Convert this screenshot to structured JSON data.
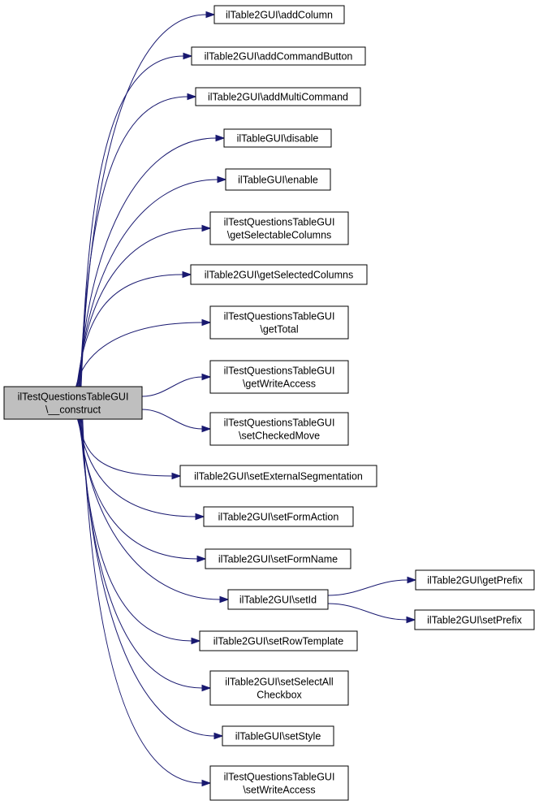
{
  "colors": {
    "edge": "#191970",
    "root_fill": "#bfbfbf",
    "node_fill": "#ffffff",
    "border": "#000000"
  },
  "root": {
    "id": "root",
    "lines": [
      "ilTestQuestionsTableGUI",
      "\\__construct"
    ]
  },
  "nodes": [
    {
      "id": "n1",
      "lines": [
        "ilTable2GUI\\addColumn"
      ]
    },
    {
      "id": "n2",
      "lines": [
        "ilTable2GUI\\addCommandButton"
      ]
    },
    {
      "id": "n3",
      "lines": [
        "ilTable2GUI\\addMultiCommand"
      ]
    },
    {
      "id": "n4",
      "lines": [
        "ilTableGUI\\disable"
      ]
    },
    {
      "id": "n5",
      "lines": [
        "ilTableGUI\\enable"
      ]
    },
    {
      "id": "n6",
      "lines": [
        "ilTestQuestionsTableGUI",
        "\\getSelectableColumns"
      ]
    },
    {
      "id": "n7",
      "lines": [
        "ilTable2GUI\\getSelectedColumns"
      ]
    },
    {
      "id": "n8",
      "lines": [
        "ilTestQuestionsTableGUI",
        "\\getTotal"
      ]
    },
    {
      "id": "n9",
      "lines": [
        "ilTestQuestionsTableGUI",
        "\\getWriteAccess"
      ]
    },
    {
      "id": "n10",
      "lines": [
        "ilTestQuestionsTableGUI",
        "\\setCheckedMove"
      ]
    },
    {
      "id": "n11",
      "lines": [
        "ilTable2GUI\\setExternalSegmentation"
      ]
    },
    {
      "id": "n12",
      "lines": [
        "ilTable2GUI\\setFormAction"
      ]
    },
    {
      "id": "n13",
      "lines": [
        "ilTable2GUI\\setFormName"
      ]
    },
    {
      "id": "n14",
      "lines": [
        "ilTable2GUI\\setId"
      ]
    },
    {
      "id": "n15",
      "lines": [
        "ilTable2GUI\\setRowTemplate"
      ]
    },
    {
      "id": "n16",
      "lines": [
        "ilTable2GUI\\setSelectAll",
        "Checkbox"
      ]
    },
    {
      "id": "n17",
      "lines": [
        "ilTableGUI\\setStyle"
      ]
    },
    {
      "id": "n18",
      "lines": [
        "ilTestQuestionsTableGUI",
        "\\setWriteAccess"
      ]
    },
    {
      "id": "n19",
      "lines": [
        "ilTable2GUI\\getPrefix"
      ]
    },
    {
      "id": "n20",
      "lines": [
        "ilTable2GUI\\setPrefix"
      ]
    }
  ],
  "edges": [
    {
      "from": "root",
      "to": "n1"
    },
    {
      "from": "root",
      "to": "n2"
    },
    {
      "from": "root",
      "to": "n3"
    },
    {
      "from": "root",
      "to": "n4"
    },
    {
      "from": "root",
      "to": "n5"
    },
    {
      "from": "root",
      "to": "n6"
    },
    {
      "from": "root",
      "to": "n7"
    },
    {
      "from": "root",
      "to": "n8"
    },
    {
      "from": "root",
      "to": "n9"
    },
    {
      "from": "root",
      "to": "n10"
    },
    {
      "from": "root",
      "to": "n11"
    },
    {
      "from": "root",
      "to": "n12"
    },
    {
      "from": "root",
      "to": "n13"
    },
    {
      "from": "root",
      "to": "n14"
    },
    {
      "from": "root",
      "to": "n15"
    },
    {
      "from": "root",
      "to": "n16"
    },
    {
      "from": "root",
      "to": "n17"
    },
    {
      "from": "root",
      "to": "n18"
    },
    {
      "from": "n14",
      "to": "n19"
    },
    {
      "from": "n14",
      "to": "n20"
    }
  ]
}
